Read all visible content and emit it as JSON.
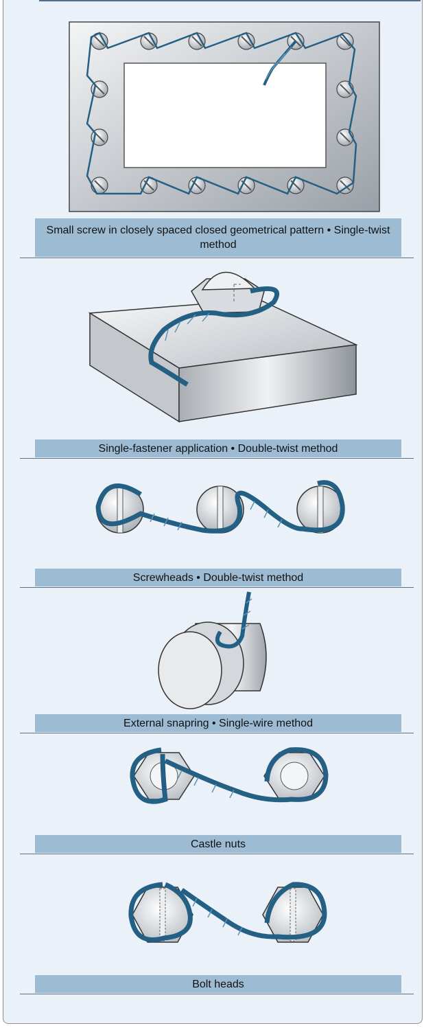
{
  "figures": [
    {
      "caption": "Small screw in closely spaced closed geometrical pattern • Single-twist method"
    },
    {
      "caption": "Single-fastener application • Double-twist method"
    },
    {
      "caption": "Screwheads • Double-twist method"
    },
    {
      "caption": "External snapring • Single-wire method"
    },
    {
      "caption": "Castle nuts"
    },
    {
      "caption": "Bolt heads"
    }
  ],
  "colors": {
    "background": "#eaf1f8",
    "caption_bar": "#9dbcd3",
    "safety_wire": "#245f84",
    "metal": "#c8ccd1",
    "rule": "#5a6f86"
  }
}
